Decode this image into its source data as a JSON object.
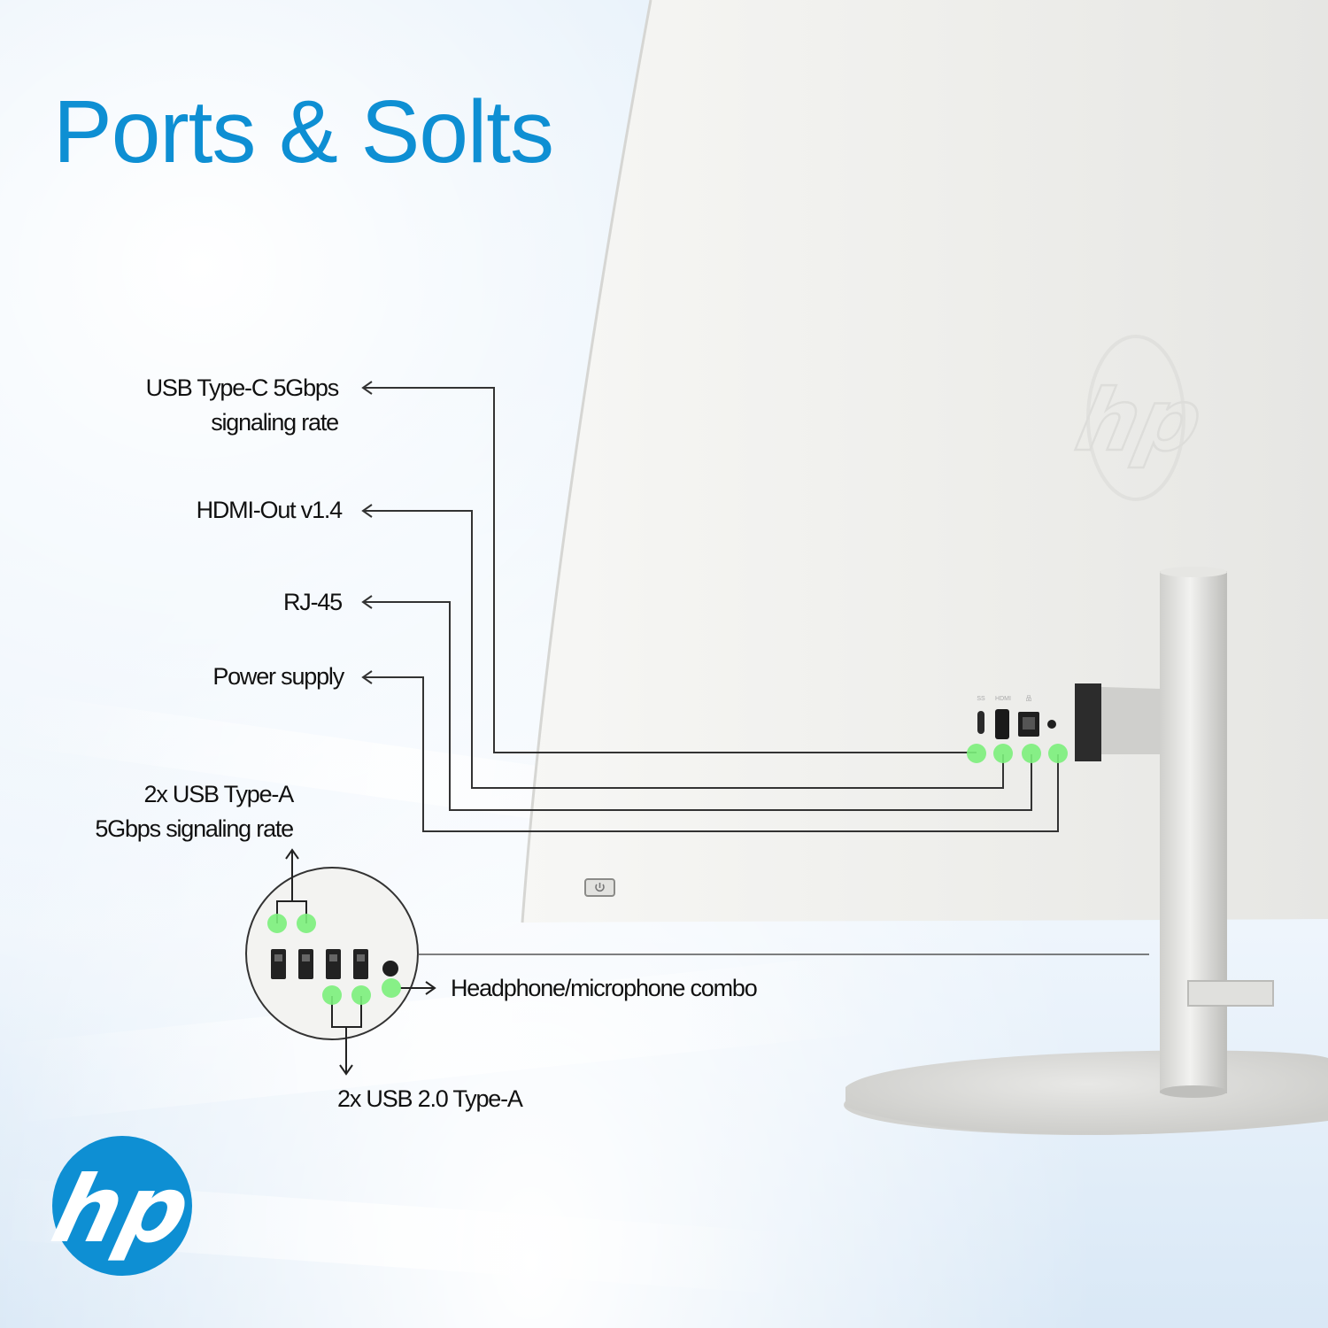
{
  "title": "Ports & Solts",
  "labels": {
    "usb_c_line1": "USB Type-C   5Gbps",
    "usb_c_line2": "signaling rate",
    "hdmi": "HDMI-Out v1.4",
    "rj45": "RJ-45",
    "power": "Power supply",
    "usb_a_line1": "2x USB Type-A",
    "usb_a_line2": "5Gbps signaling rate",
    "headphone": "Headphone/microphone combo",
    "usb2": "2x USB 2.0 Type-A"
  },
  "colors": {
    "title": "#0e8fd3",
    "logo": "#0e8fd3",
    "marker": "#7cf07c",
    "monitor": "#f1f1ee",
    "stand": "#d9d9d6"
  },
  "icons": {
    "logo": "hp-logo",
    "back_logo": "hp-embossed-logo",
    "power_button": "power-button-icon"
  }
}
